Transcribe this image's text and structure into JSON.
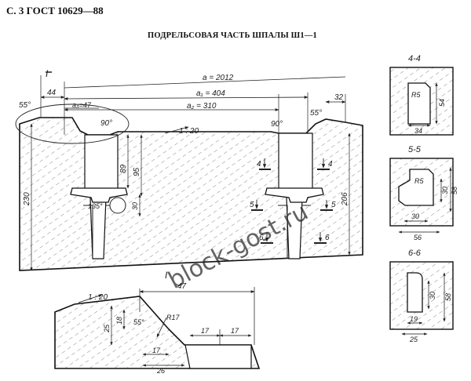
{
  "header": {
    "page_ref": "С. 3 ГОСТ 10629—88",
    "title": "ПОДРЕЛЬСОВАЯ ЧАСТЬ ШПАЛЫ Ш1—1"
  },
  "main_view": {
    "section_mark_top": "I",
    "section_mark_bottom": "I",
    "dim_a": "a = 2012",
    "dim_a1": "a₁ = 404",
    "dim_a2": "a₂ = 310",
    "dim_a3": "a₃=47",
    "dim_44": "44",
    "dim_32": "32",
    "angle_55_left": "55°",
    "angle_55_right": "55°",
    "angle_90_left": "90°",
    "angle_90_right": "90°",
    "angle_135": "135°",
    "slope": "1 : 20",
    "dim_89": "89",
    "dim_95": "95",
    "dim_30": "30",
    "dim_230": "230",
    "dim_206": "206",
    "cut_4": "4",
    "cut_5": "5",
    "cut_6": "6"
  },
  "section_4_4": {
    "title": "4-4",
    "r": "R5",
    "w": "34",
    "h": "54"
  },
  "section_5_5": {
    "title": "5-5",
    "r": "R5",
    "h30": "30",
    "h58": "58",
    "w30": "30",
    "w56": "56"
  },
  "section_6_6": {
    "title": "6-6",
    "h30": "30",
    "h58": "58",
    "w19": "19",
    "w25": "25"
  },
  "detail_view": {
    "slope": "1 : 20",
    "dim_47": "47",
    "dim_25": "25",
    "dim_18": "18",
    "angle_55": "55°",
    "r17": "R17",
    "dim_17a": "17",
    "dim_17b": "17",
    "dim_17c": "17",
    "dim_26": "26"
  },
  "watermark": "block-gost.ru"
}
